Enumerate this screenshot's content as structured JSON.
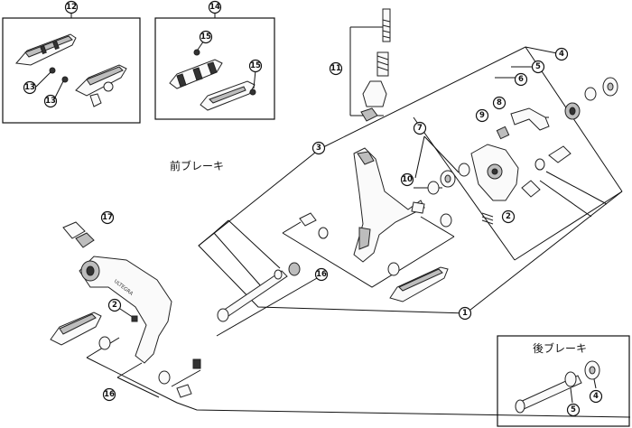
{
  "labels": {
    "front_brake": "前ブレーキ",
    "rear_brake": "後ブレーキ",
    "brand_mark": "ULTEGRA"
  },
  "callouts": [
    "1",
    "2",
    "2",
    "3",
    "4",
    "4",
    "5",
    "5",
    "6",
    "7",
    "8",
    "9",
    "10",
    "11",
    "12",
    "13",
    "13",
    "14",
    "15",
    "15",
    "16",
    "16",
    "17"
  ]
}
